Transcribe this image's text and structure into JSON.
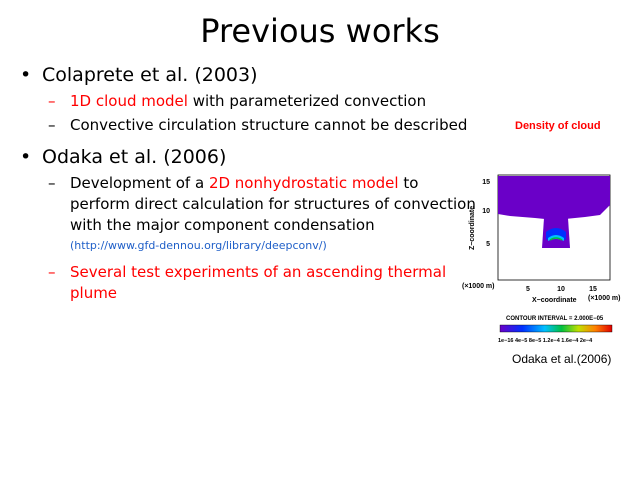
{
  "title": "Previous works",
  "bullets": [
    {
      "text": "Colaprete et al. (2003)",
      "sub": [
        {
          "red": "1D cloud model",
          "rest": " with parameterized convection"
        },
        {
          "rest": "Convective circulation structure cannot be described"
        }
      ]
    },
    {
      "text": "Odaka et al. (2006)",
      "sub": [
        {
          "line1_pre": "Development of a ",
          "line1_red": "2D nonhydrostatic model",
          "line1_post": " to",
          "line2": "perform direct calculation for structures of convection",
          "line3": "with the major component condensation",
          "link": "(http://www.gfd-dennou.org/library/deepconv/)"
        },
        {
          "red_line1": "Several test experiments of an ascending thermal",
          "red_line2": "plume"
        }
      ]
    }
  ],
  "figure": {
    "title": "Density of cloud",
    "ylabel": "Z−coordinate",
    "xlabel": "X−coordinate",
    "y_ticks": [
      "15",
      "10",
      "5"
    ],
    "x_ticks": [
      "5",
      "10",
      "15"
    ],
    "x_unit_left": "(×1000 m)",
    "x_unit_right": "(×1000 m)",
    "contour_interval": "CONTOUR INTERVAL = 2.000E−05",
    "colorbar_labels": "1e−16 4e−5  8e−5 1.2e−4 1.6e−4 2e−4",
    "caption": "Odaka et al.(2006)",
    "colors": {
      "cloud": "#6a00c8",
      "inner_blue": "#0030ff",
      "inner_cyan": "#00c0ff",
      "inner_green": "#00c040"
    }
  }
}
